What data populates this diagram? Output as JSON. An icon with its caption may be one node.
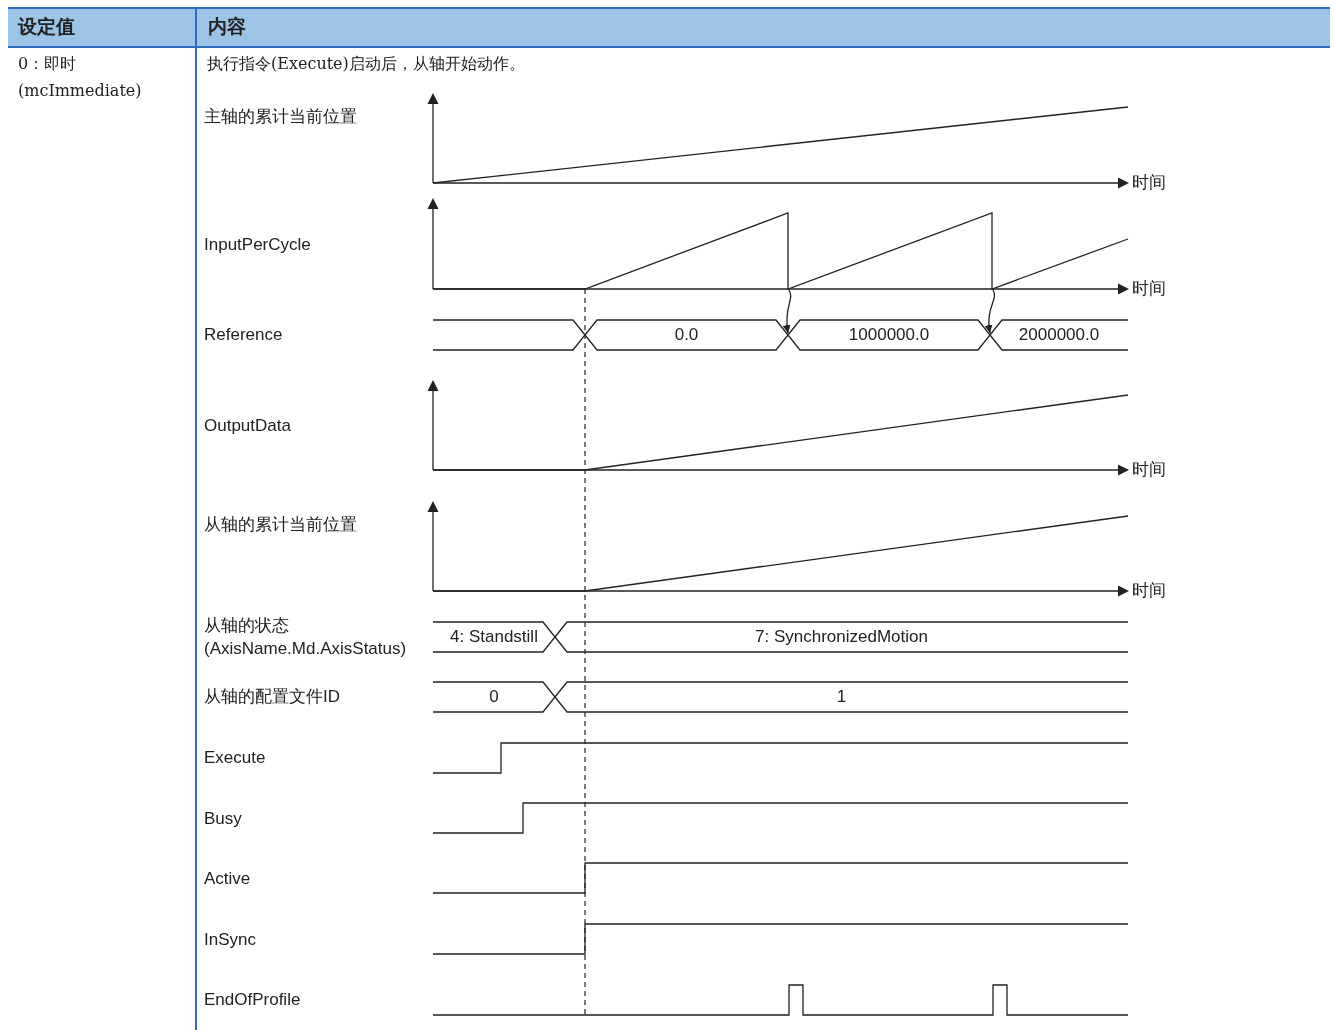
{
  "diagram": {
    "nodes": [
      {
        "text": [],
        "shape": "picture"
      },
      {
        "text": [],
        "shape": "box"
      },
      {
        "text": [
          "0.0"
        ]
      },
      {
        "text": [
          "1000000.0"
        ]
      },
      {
        "text": [
          "2000000.0"
        ]
      },
      {
        "text": [
          "4: Standstill"
        ]
      },
      {
        "text": [
          "7: SynchronizedMotion"
        ]
      },
      {
        "text": [
          "0"
        ]
      },
      {
        "text": [
          "1"
        ]
      }
    ],
    "edges": [
      {
        "from": 0,
        "to": 3,
        "arrow": "to"
      },
      {
        "from": 0,
        "to": 4,
        "arrow": "to"
      }
    ],
    "labels": [
      "设定值",
      "内容",
      "0：即时",
      "(mcImmediate)",
      "执行指令(Execute)启动后，从轴开始动作。",
      "主轴的累计当前位置",
      "时间",
      "InputPerCycle",
      "时间",
      "Reference",
      "OutputData",
      "时间",
      "从轴的累计当前位置",
      "时间",
      "从轴的状态 (AxisName.Md.AxisStatus)",
      "从轴的配置文件ID",
      "Execute",
      "Busy",
      "Active",
      "InSync",
      "EndOfProfile"
    ]
  }
}
